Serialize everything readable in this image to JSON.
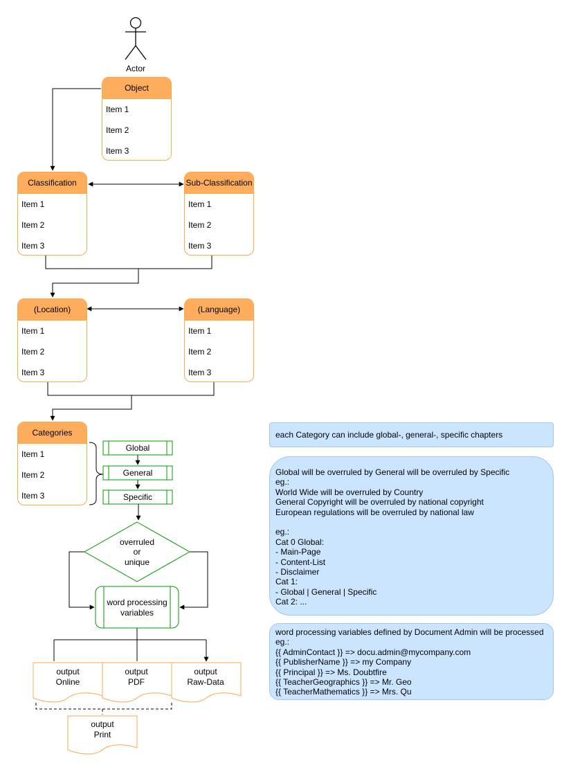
{
  "actor": {
    "label": "Actor"
  },
  "entities": {
    "object": {
      "title": "Object",
      "items": [
        "Item 1",
        "Item 2",
        "Item 3"
      ]
    },
    "classification": {
      "title": "Classification",
      "items": [
        "Item 1",
        "Item 2",
        "Item 3"
      ]
    },
    "sub_classification": {
      "title": "Sub-Classification",
      "items": [
        "Item 1",
        "Item 2",
        "Item 3"
      ]
    },
    "location": {
      "title": "(Location)",
      "items": [
        "Item 1",
        "Item 2",
        "Item 3"
      ]
    },
    "language": {
      "title": "(Language)",
      "items": [
        "Item 1",
        "Item 2",
        "Item 3"
      ]
    },
    "categories": {
      "title": "Categories",
      "items": [
        "Item 1",
        "Item 2",
        "Item 3"
      ]
    }
  },
  "processes": {
    "global": "Global",
    "general": "General",
    "specific": "Specific",
    "word_processing": [
      "word processing",
      "variables"
    ]
  },
  "decision": [
    "overruled",
    "or",
    "unique"
  ],
  "outputs": {
    "online": [
      "output",
      "Online"
    ],
    "pdf": [
      "output",
      "PDF"
    ],
    "raw_data": [
      "output",
      "Raw-Data"
    ],
    "print": [
      "output",
      "Print"
    ]
  },
  "notes": {
    "category_chapters": "each Category can include global-, general-, specific chapters",
    "overrule_rules": "Global will be overruled by General will be overruled by Specific\neg.:\nWorld Wide will be overruled by Country\nGeneral Copyright will be overruled by national copyright\nEuropean regulations will be overruled by national law\n\neg.:\nCat 0 Global:\n- Main-Page\n- Content-List\n- Disclaimer\nCat 1:\n- Global | General | Specific\nCat 2: ...",
    "variables": "word processing variables defined by Document Admin will be processed\neg.:\n{{ AdminContact }} => docu.admin@mycompany.com\n{{ PublisherName }} => my Company\n{{ Principal }} => Ms. Doubtfire\n{{ TeacherGeographics }} => Mr. Geo\n{{ TeacherMathematics }} => Mrs. Qu"
  },
  "colors": {
    "entity_header": "#fdad5c",
    "entity_border": "#fba94c",
    "process_fill": "#ffffff",
    "process_stroke": "#009900",
    "note_fill": "#cce5ff",
    "note_stroke": "#9ec7ee",
    "output_stroke": "#fba94c",
    "connector": "#000000"
  }
}
